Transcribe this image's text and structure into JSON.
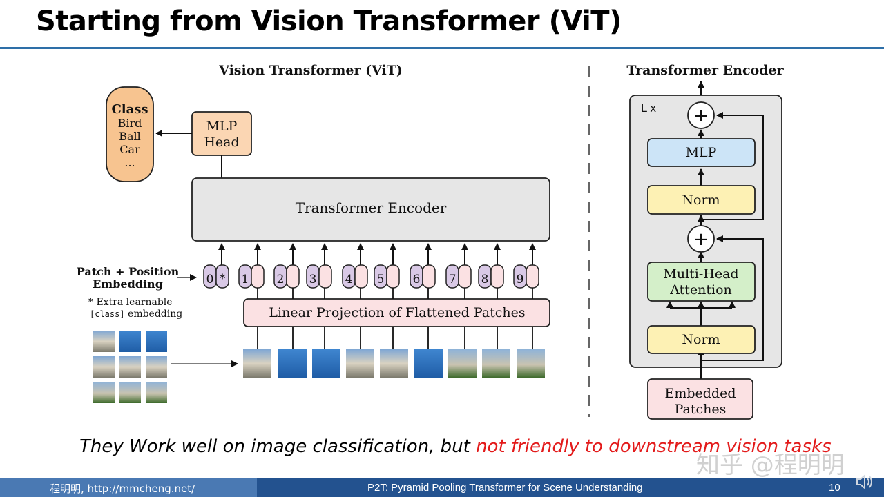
{
  "slide": {
    "title": "Starting from Vision Transformer (ViT)"
  },
  "vit": {
    "title": "Vision Transformer (ViT)",
    "class_box": {
      "heading": "Class",
      "items": [
        "Bird",
        "Ball",
        "Car",
        "..."
      ]
    },
    "mlp_head": [
      "MLP",
      "Head"
    ],
    "encoder": "Transformer Encoder",
    "patch_label": [
      "Patch + Position",
      "Embedding"
    ],
    "note": {
      "line1": "* Extra learnable",
      "code": "[class]",
      "line2": " embedding"
    },
    "token_numbers": [
      "0",
      "1",
      "2",
      "3",
      "4",
      "5",
      "6",
      "7",
      "8",
      "9"
    ],
    "class_token_mark": "*",
    "projection": "Linear Projection of Flattened Patches"
  },
  "encoder_block": {
    "title": "Transformer Encoder",
    "repeat": "L x",
    "plus": "+",
    "mlp": "MLP",
    "norm_top": "Norm",
    "attention": [
      "Multi-Head",
      "Attention"
    ],
    "norm_bottom": "Norm",
    "input": [
      "Embedded",
      "Patches"
    ]
  },
  "caption": {
    "part1": "They Work well on image classification,  but ",
    "part2": "not friendly to downstream vision tasks"
  },
  "watermark": "知乎 @程明明",
  "footer": {
    "author": "程明明, http://mmcheng.net/",
    "talk": "P2T: Pyramid Pooling Transformer for Scene Understanding",
    "page": "10"
  },
  "colors": {
    "accent": "#2e6fa8",
    "footer": "#23528f",
    "class_box": "#f7c490",
    "mlp_head": "#fbd6b3",
    "encoder_box": "#e6e6e6",
    "token": "#d9c9e6",
    "projection": "#fbe1e3",
    "mlp_block": "#cce4f7",
    "norm_block": "#fdf1b4",
    "attention_block": "#d4efc9",
    "caption_highlight": "#e31a1a"
  }
}
